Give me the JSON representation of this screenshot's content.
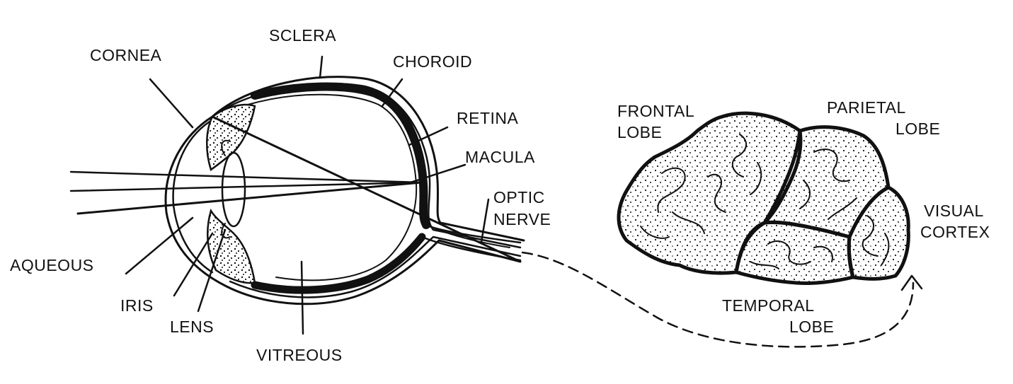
{
  "labels": {
    "cornea": "CORNEA",
    "sclera": "SCLERA",
    "choroid": "CHOROID",
    "retina": "RETINA",
    "macula": "MACULA",
    "optic_line1": "OPTIC",
    "optic_line2": "NERVE",
    "aqueous": "AQUEOUS",
    "iris": "IRIS",
    "lens": "LENS",
    "vitreous": "VITREOUS",
    "frontal_line1": "FRONTAL",
    "frontal_line2": "LOBE",
    "parietal_line1": "PARIETAL",
    "parietal_line2": "LOBE",
    "visual_line1": "VISUAL",
    "visual_line2": "CORTEX",
    "temporal_line1": "TEMPORAL",
    "temporal_line2": "LOBE"
  },
  "colors": {
    "ink": "#111111",
    "background": "#ffffff"
  }
}
